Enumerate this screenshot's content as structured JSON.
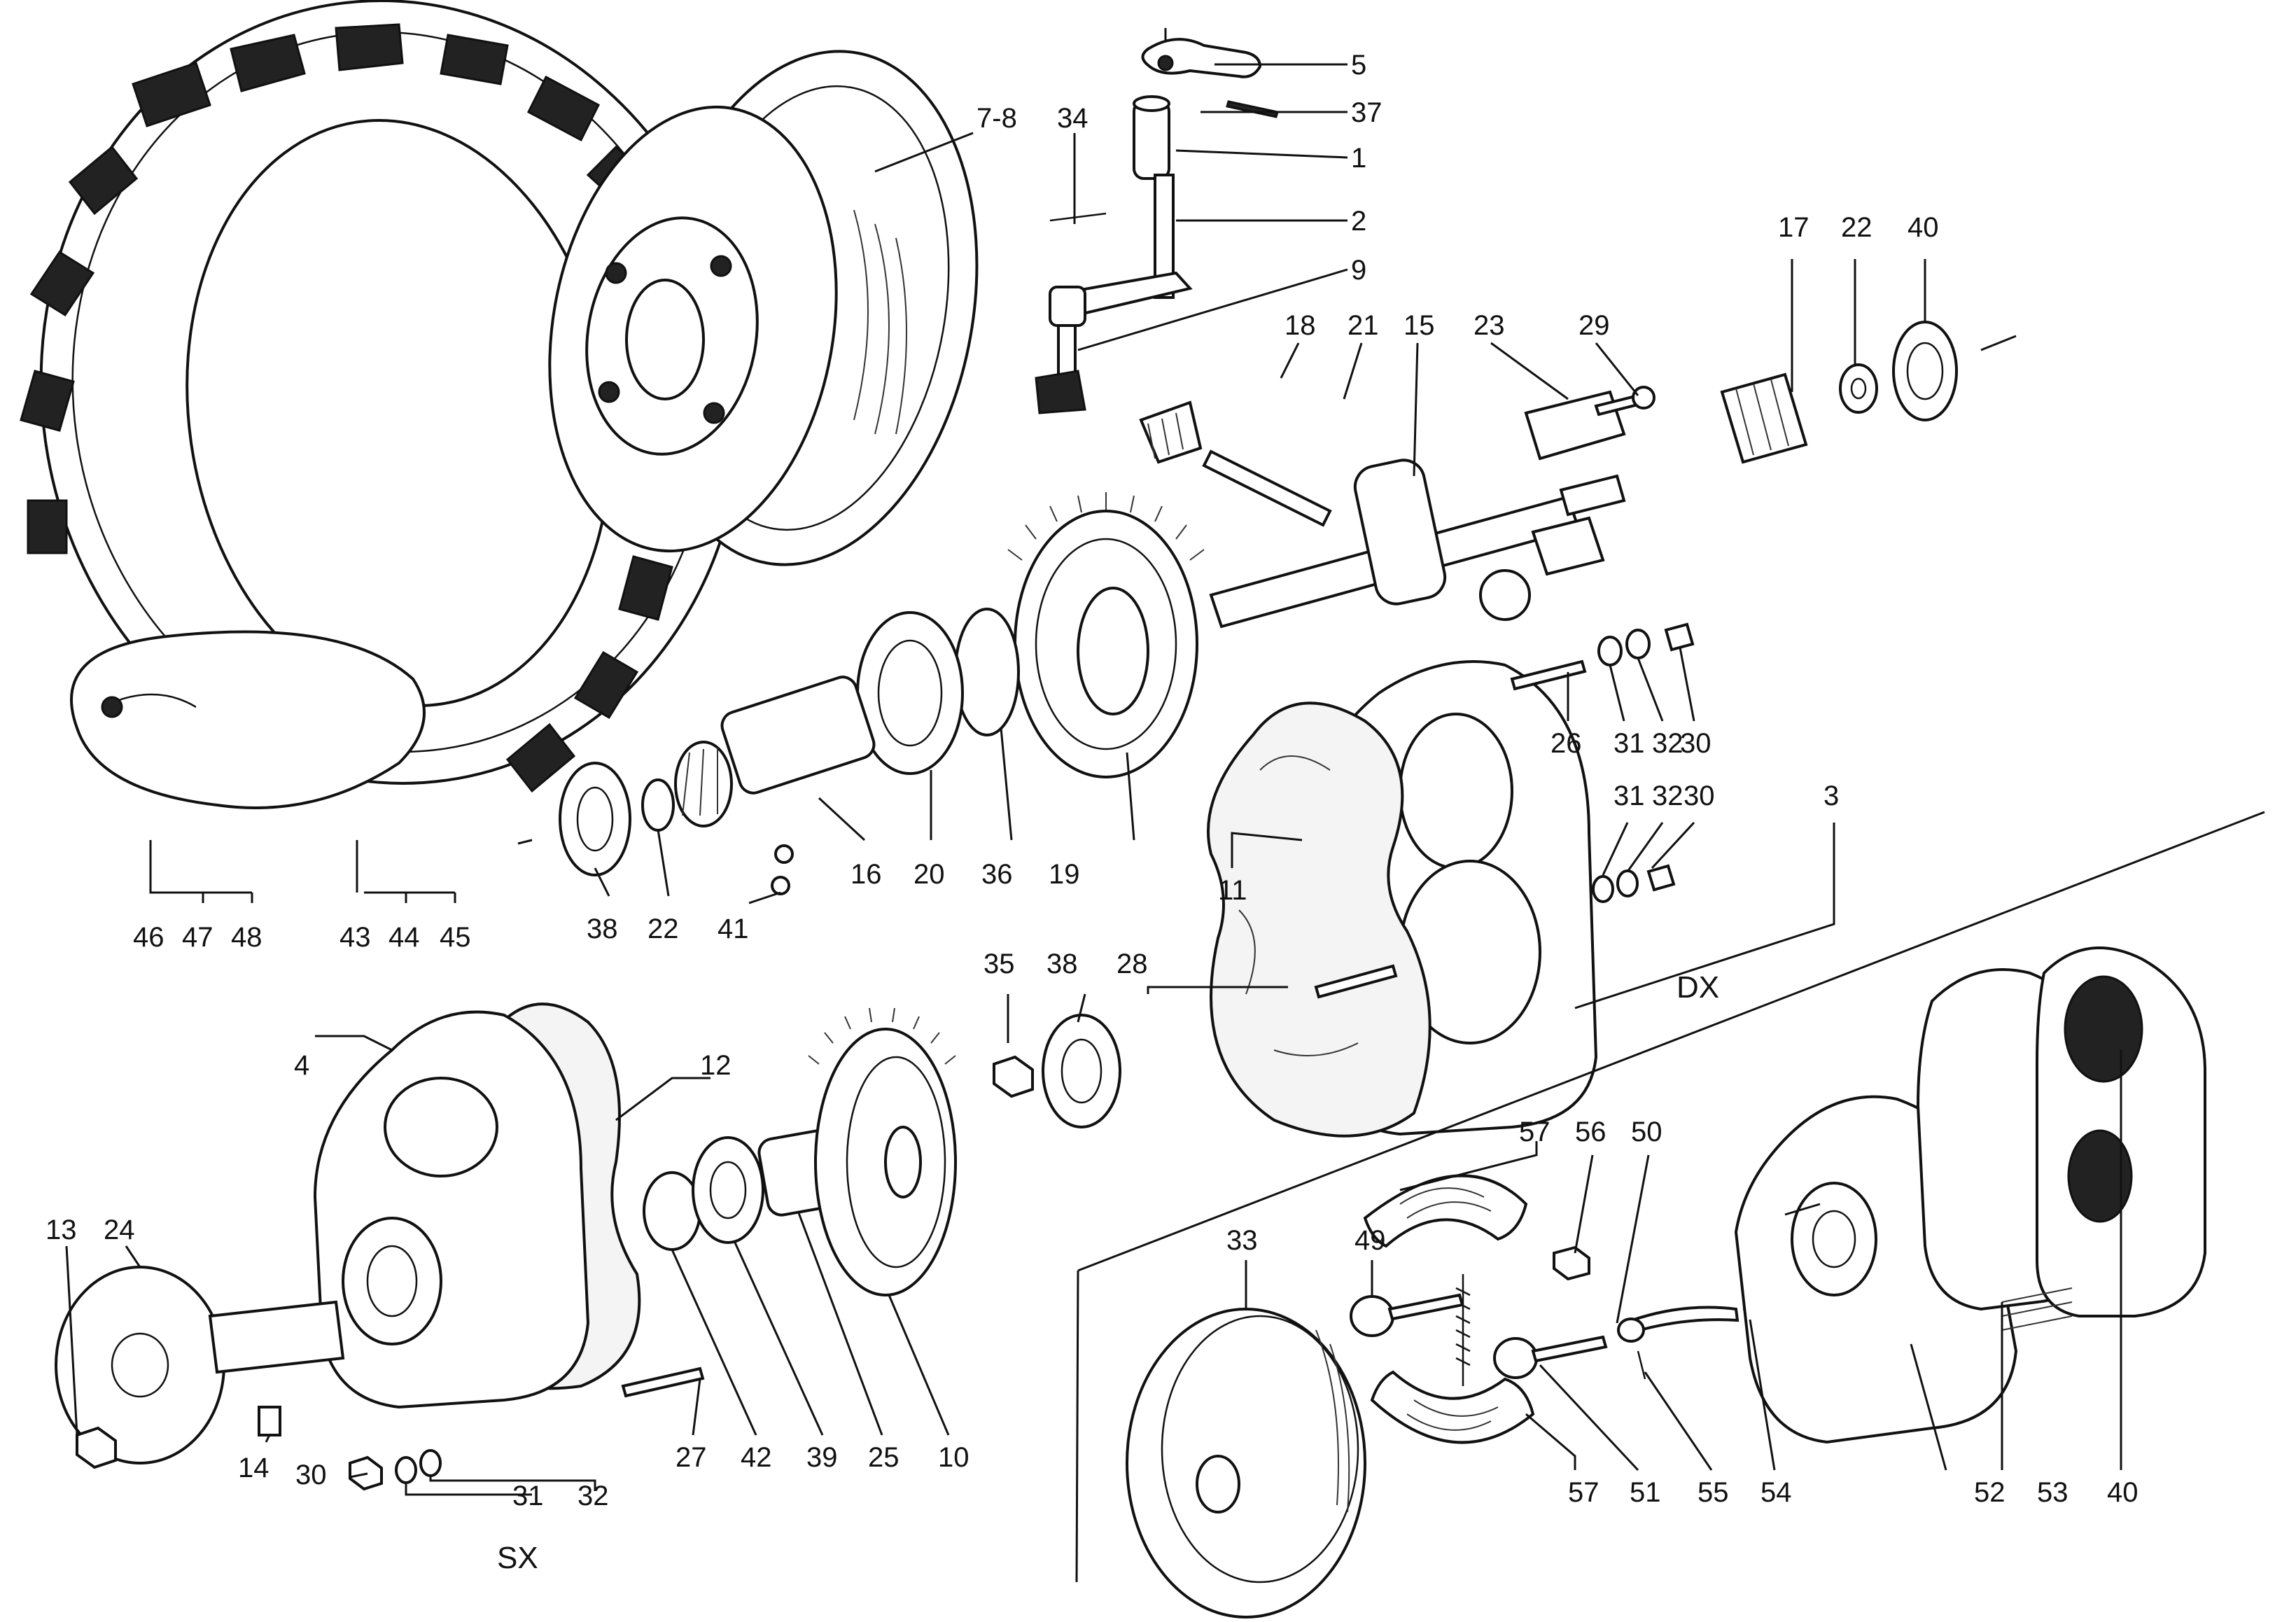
{
  "diagram": {
    "section_labels": {
      "right": "DX",
      "left": "SX"
    },
    "callouts": {
      "c5": "5",
      "c37": "37",
      "c1": "1",
      "c2": "2",
      "c9": "9",
      "c34": "34",
      "c78": "7-8",
      "c17": "17",
      "c22a": "22",
      "c40a": "40",
      "c18": "18",
      "c21": "21",
      "c15": "15",
      "c23": "23",
      "c29": "29",
      "c26": "26",
      "c31a": "31",
      "c32a": "32",
      "c30a": "30",
      "c31b": "31",
      "c32b": "32",
      "c30b": "30",
      "c3": "3",
      "c38a": "38",
      "c22b": "22",
      "c16": "16",
      "c20": "20",
      "c36": "36",
      "c19": "19",
      "c41": "41",
      "c11": "11",
      "c46": "46",
      "c47": "47",
      "c48": "48",
      "c43": "43",
      "c44": "44",
      "c45": "45",
      "c35": "35",
      "c38b": "38",
      "c28": "28",
      "c4": "4",
      "c12": "12",
      "c13": "13",
      "c24": "24",
      "c14": "14",
      "c30c": "30",
      "c31c": "31",
      "c32c": "32",
      "c27": "27",
      "c42": "42",
      "c39": "39",
      "c25": "25",
      "c10": "10",
      "c57a": "57",
      "c56": "56",
      "c50": "50",
      "c33": "33",
      "c49": "49",
      "c57b": "57",
      "c51": "51",
      "c55": "55",
      "c54": "54",
      "c52": "52",
      "c53": "53",
      "c40b": "40"
    }
  }
}
